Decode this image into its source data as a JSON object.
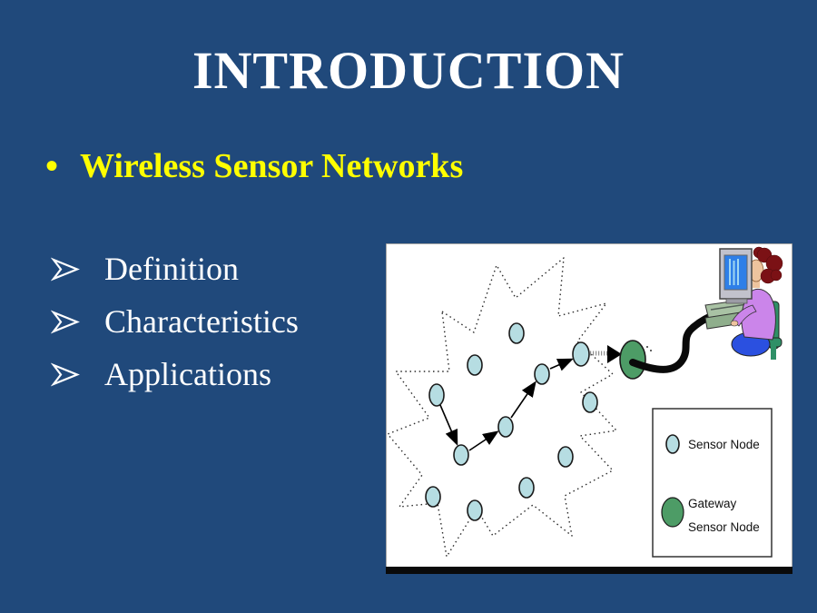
{
  "slide": {
    "title": "INTRODUCTION",
    "bullet": {
      "marker": "•",
      "label": "Wireless Sensor Networks"
    },
    "sub_bullets": {
      "items": [
        {
          "label": "Definition"
        },
        {
          "label": "Characteristics"
        },
        {
          "label": "Applications"
        }
      ]
    },
    "figure": {
      "legend": {
        "sensor_label": "Sensor Node",
        "gateway_label_line1": "Gateway",
        "gateway_label_line2": "Sensor Node"
      }
    },
    "colors": {
      "background": "#20497B",
      "title_text": "#FFFFFF",
      "bullet_text": "#FFFF00",
      "sub_bullet_text": "#FFFFFF",
      "figure_background": "#FFFFFF",
      "sensor_node_fill": "#B6DDE2",
      "gateway_node_fill": "#4D9C66"
    }
  }
}
